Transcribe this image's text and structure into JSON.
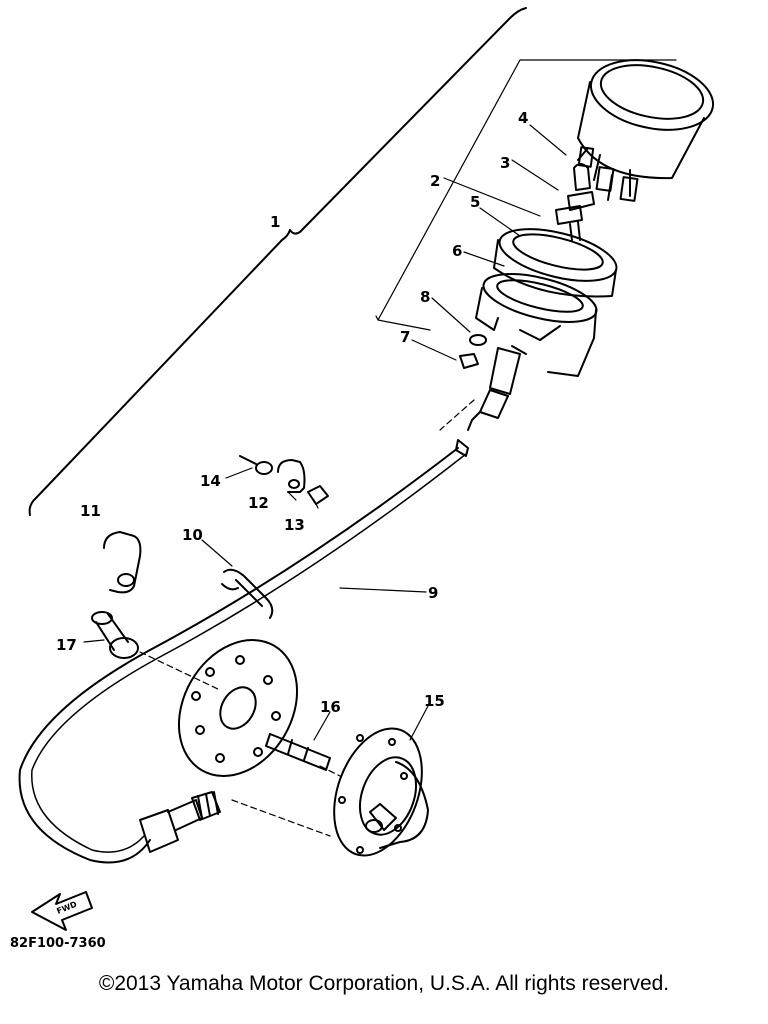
{
  "diagram": {
    "part_code": "82F100-7360",
    "copyright": "©2013 Yamaha Motor Corporation, U.S.A. All rights reserved.",
    "fwd_label": "FWD",
    "callouts": {
      "c1": "1",
      "c2": "2",
      "c3": "3",
      "c4": "4",
      "c5": "5",
      "c6": "6",
      "c7": "7",
      "c8": "8",
      "c9": "9",
      "c10": "10",
      "c11": "11",
      "c12": "12",
      "c13": "13",
      "c14": "14",
      "c15": "15",
      "c16": "16",
      "c17": "17"
    }
  }
}
